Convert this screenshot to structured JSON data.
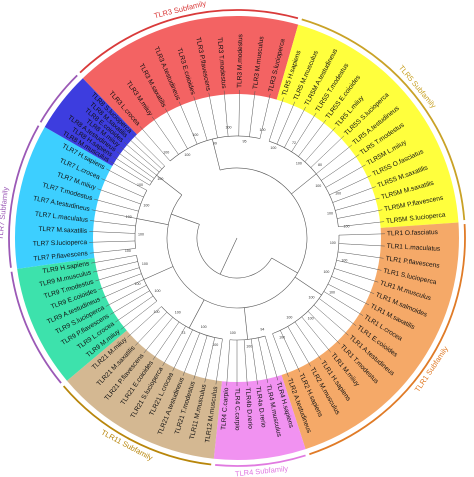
{
  "subfamilies": [
    {
      "name": "TLR3 Subfamily",
      "color": "#f25b5b",
      "arc_color": "#d93a3a",
      "leaves": [
        "TLR3 L.crocea",
        "TLR3 M.miiuy",
        "TLR3 M.saxatilis",
        "TLR3 A.testudineus",
        "TLR3 E.coioides",
        "TLR3 P.flavescens",
        "TLR3 T.modestus",
        "TLR3 M.modestus",
        "TLR3 M.musculus",
        "TLR3 S.lucioperca"
      ]
    },
    {
      "name": "TLR5 Subfamily",
      "color": "#ffff33",
      "arc_color": "#c9a227",
      "leaves": [
        "TLR5 H.sapiens",
        "TLR5 M.musculus",
        "TLR5M A.testudineus",
        "TLR5S T.modestus",
        "TLR5S E.coioides",
        "TLR5 L.miiuy",
        "TLR5S S.lucioperca",
        "TLR5 A.testudineus",
        "TLR5 T.modestus",
        "TLR5M L.miiuy",
        "TLR5S O.fasciatus",
        "TLR5S M.saxatilis",
        "TLR5M M.saxatilis",
        "TLR5M P.flavescens",
        "TLR5M S.lucioperca"
      ]
    },
    {
      "name": "TLR1 Subfamily",
      "color": "#f4a460",
      "arc_color": "#e07b27",
      "leaves": [
        "TLR1 O.fasciatus",
        "TLR1 L.maculatus",
        "TLR1 P.flavescens",
        "TLR1 S.lucioperca",
        "TLR1 M.musculus",
        "TLR1 M.salmoides",
        "TLR1 M.saxatilis",
        "TLR1 L.crocea",
        "TLR1 E.coioides",
        "TLR1 A.testudineus",
        "TLR1 T.modestus",
        "TLR1 M.miiuy",
        "TLR1 H.sapiens",
        "TLR2 M.musculus",
        "TLR2 H.sapiens",
        "TLR2 A.testudineus"
      ]
    },
    {
      "name": "TLR4 Subfamily",
      "color": "#f08cf0",
      "arc_color": "#e07ae0",
      "leaves": [
        "TLR4 H.sapiens",
        "TLR4 M.musculus",
        "TLR4a D.rerio",
        "TLR4b D.rerio",
        "TLR4 C.carpio",
        "TLR4 C.carpio"
      ]
    },
    {
      "name": "TLR11 Subfamily",
      "color": "#d2b48c",
      "arc_color": "#b8860b",
      "leaves": [
        "TLR12 M.musculus",
        "TLR11 M.musculus",
        "TLR21 T.modestus",
        "TLR21 A.testudineus",
        "TLR21 L.crocea",
        "TLR21 S.lucioperca",
        "TLR21 E.coioides",
        "TLR21 P.flavescens",
        "TLR21 M.saxatilis",
        "TLR21 M.miiuy"
      ]
    },
    {
      "name": "TLR7 Subfamily",
      "color": "#33e0a8",
      "arc_color": "#9b59b6",
      "leaves": [
        "TLR9 M.miiuy",
        "TLR9 L.crocea",
        "TLR9 P.flavescens",
        "TLR9 S.lucioperca",
        "TLR9 A.testudineus",
        "TLR9 E.coioides",
        "TLR9 T.modestus",
        "TLR9 M.musculus",
        "TLR9 H.sapiens"
      ]
    },
    {
      "name": "",
      "color": "#33ccff",
      "arc_color": "#9b59b6",
      "leaves": [
        "TLR7 P.flavescens",
        "TLR7 S.lucioperca",
        "TLR7 M.saxatilis",
        "TLR7 L.maculatus",
        "TLR7 A.testudineus",
        "TLR7 T.modestus",
        "TLR7 M.miiuy",
        "TLR7 L.crocea",
        "TLR7 H.sapiens"
      ]
    },
    {
      "name": "",
      "color": "#3333dd",
      "arc_color": "#9b59b6",
      "leaves": [
        "TLR8 M.musculus",
        "TLR8 H.sapiens",
        "TLR8 A.testudineus",
        "TLR8 M.miiuy",
        "TLR8 E.coioides",
        "TLR8 M.saxatilis",
        "TLR8 S.lucioperca"
      ]
    }
  ],
  "bootstrap_labels": [
    "100",
    "100",
    "100",
    "99",
    "100",
    "95",
    "100",
    "100",
    "72",
    "100",
    "80",
    "100",
    "100",
    "100",
    "100",
    "100",
    "100",
    "100",
    "100",
    "100",
    "100",
    "100",
    "100",
    "94",
    "100",
    "100",
    "100",
    "100",
    "73",
    "100",
    "100",
    "100",
    "100",
    "100",
    "100",
    "100",
    "100",
    "100",
    "100",
    "100"
  ]
}
